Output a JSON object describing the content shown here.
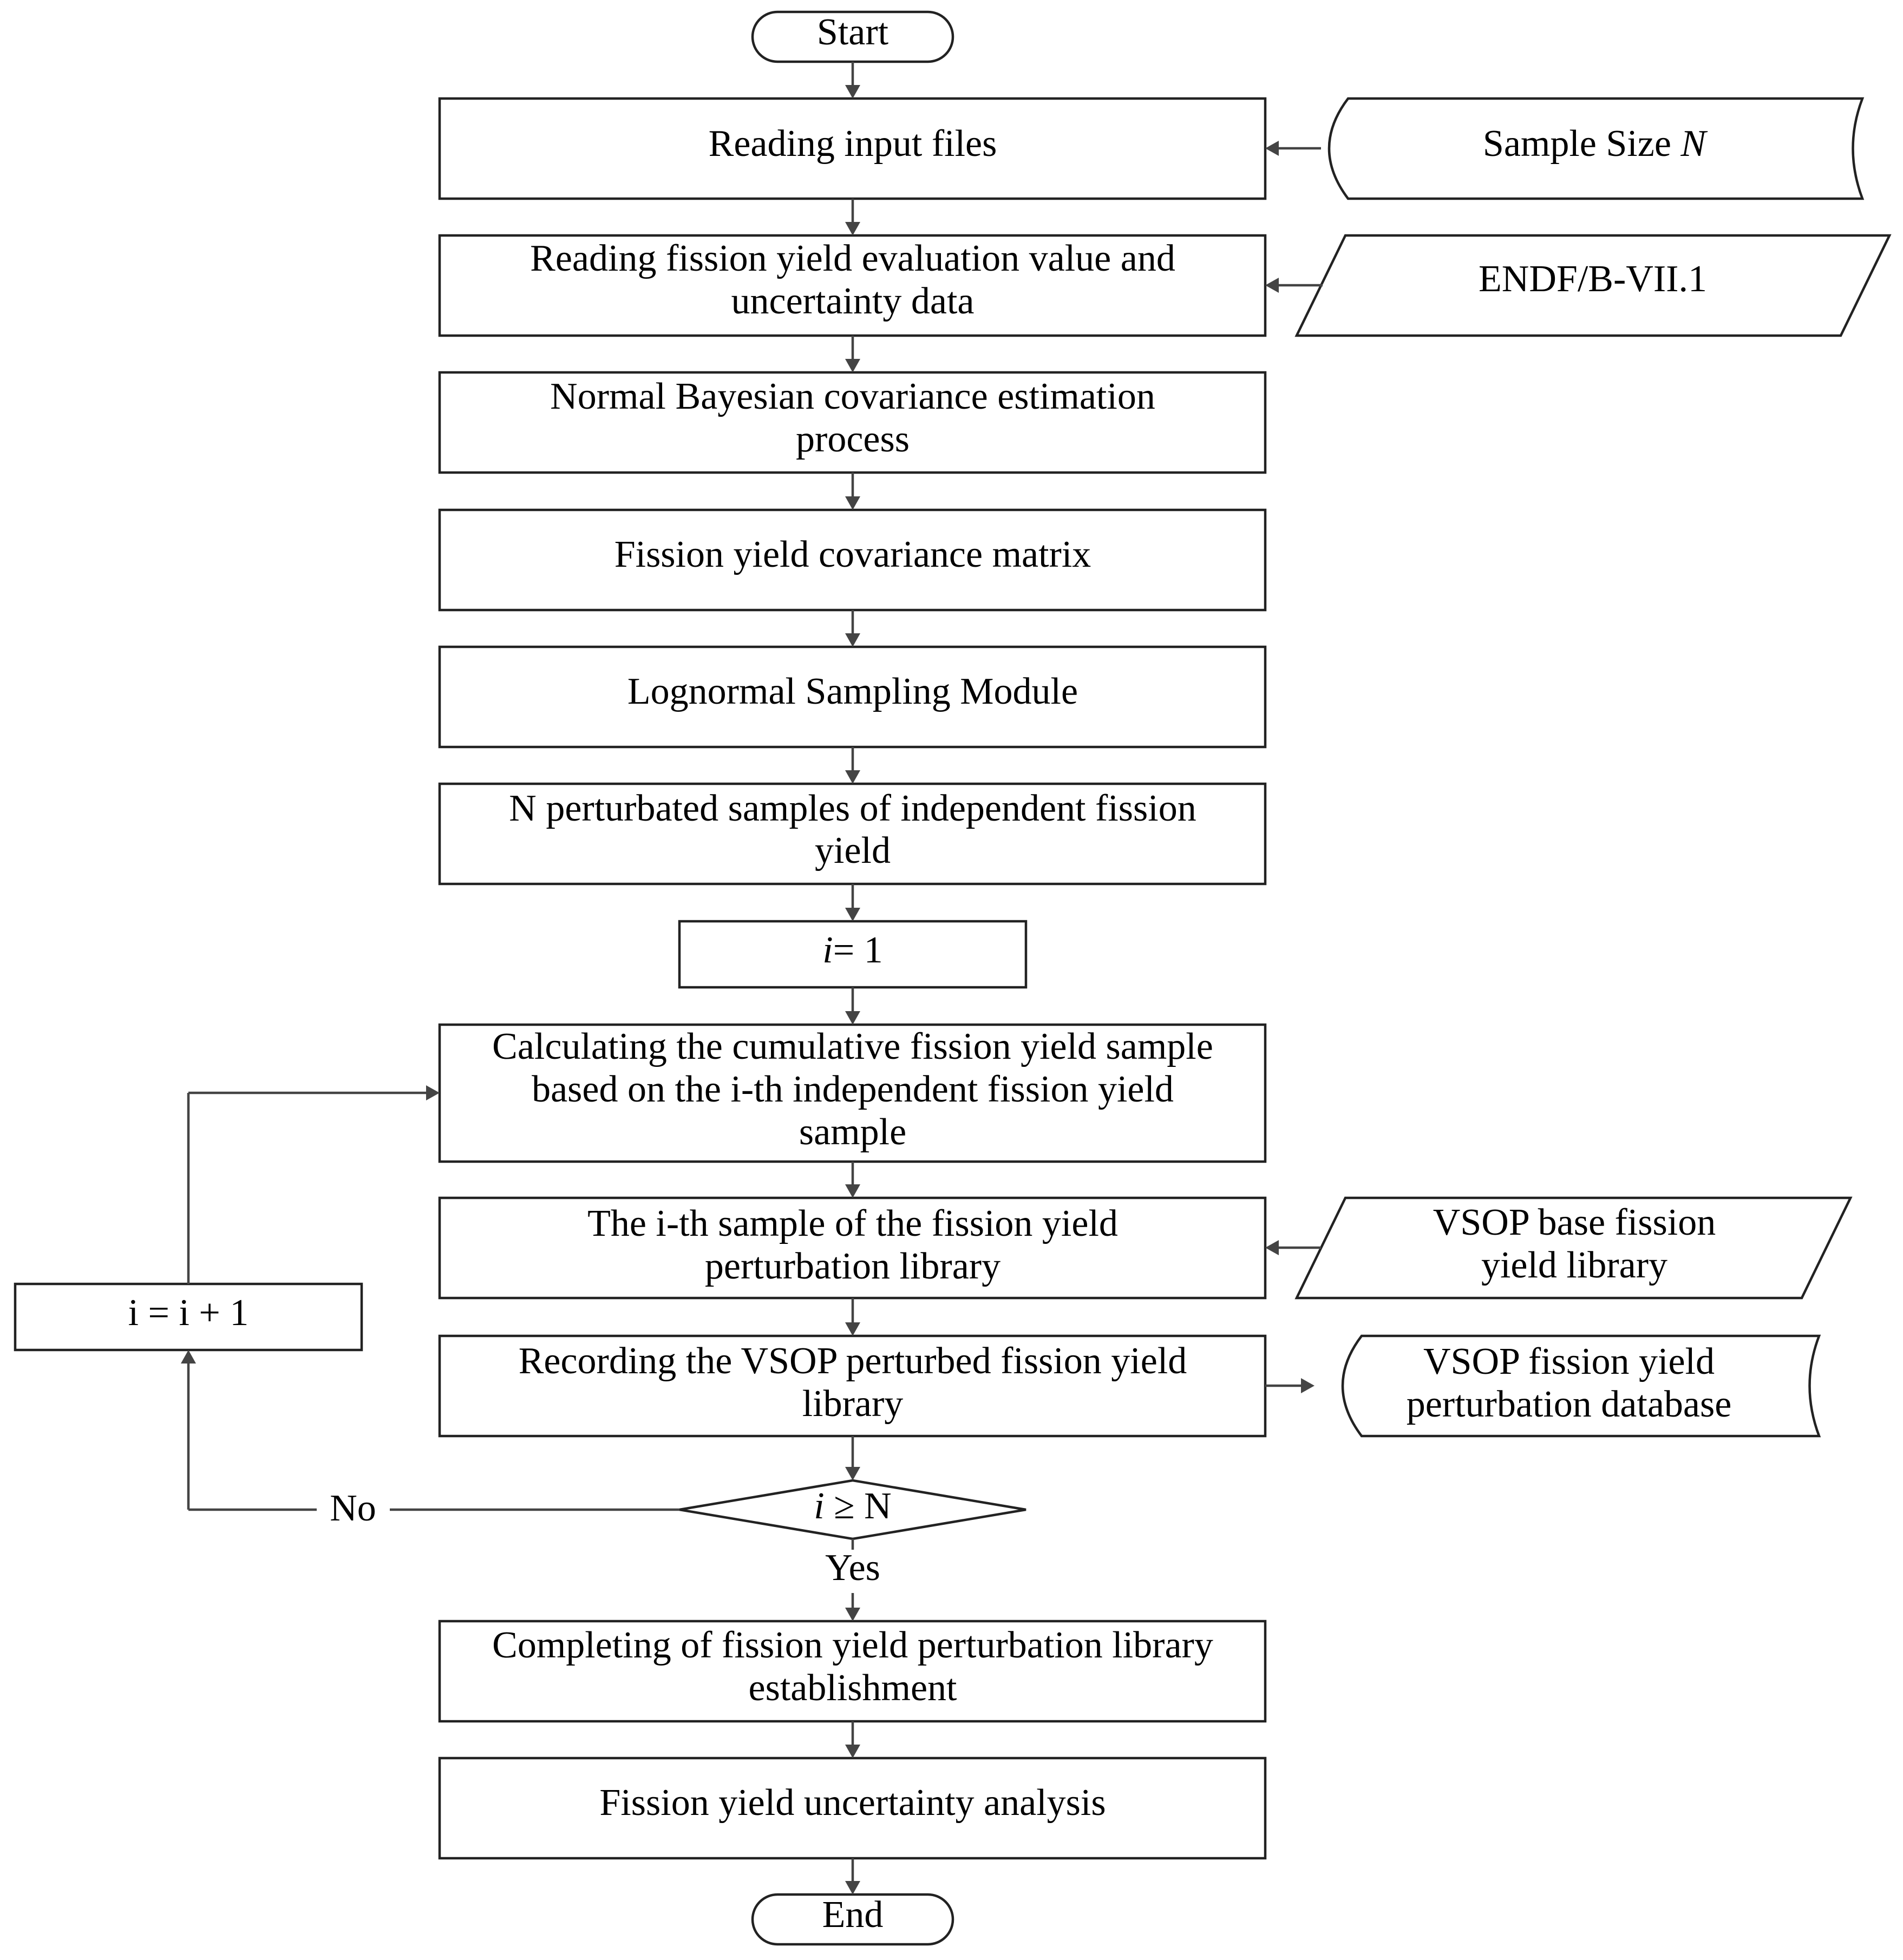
{
  "flowchart": {
    "start": "Start",
    "end": "End",
    "steps": {
      "read_input": "Reading input files",
      "read_fission_1": "Reading fission yield evaluation value and",
      "read_fission_2": "uncertainty data",
      "bayes_1": "Normal Bayesian covariance estimation",
      "bayes_2": "process",
      "cov_matrix": "Fission yield covariance matrix",
      "lognormal": "Lognormal Sampling Module",
      "samples_1": "N perturbated samples of independent fission",
      "samples_2": "yield",
      "init_i": "= 1",
      "cumulative_1": "Calculating the cumulative fission yield sample",
      "cumulative_2": "based on the i-th independent fission yield",
      "cumulative_3": "sample",
      "ith_sample_1": "The i-th sample of the  fission yield",
      "ith_sample_2": "perturbation library",
      "recording_1": "Recording the VSOP perturbed fission yield",
      "recording_2": "library",
      "completing_1": "Completing of fission yield perturbation library",
      "completing_2": "establishment",
      "uncertainty": "Fission yield uncertainty analysis",
      "increment": "i = i + 1"
    },
    "decision": {
      "var": "i",
      "condition": " ≥ N",
      "yes": "Yes",
      "no": "No"
    },
    "inputs": {
      "sample_size_label": "Sample Size ",
      "sample_size_var": "N",
      "endf": "ENDF/B-VII.1",
      "vsop_base_1": "VSOP base fission",
      "vsop_base_2": "yield library"
    },
    "outputs": {
      "database_1": "VSOP fission yield",
      "database_2": "perturbation database"
    },
    "loop_var": "i"
  }
}
